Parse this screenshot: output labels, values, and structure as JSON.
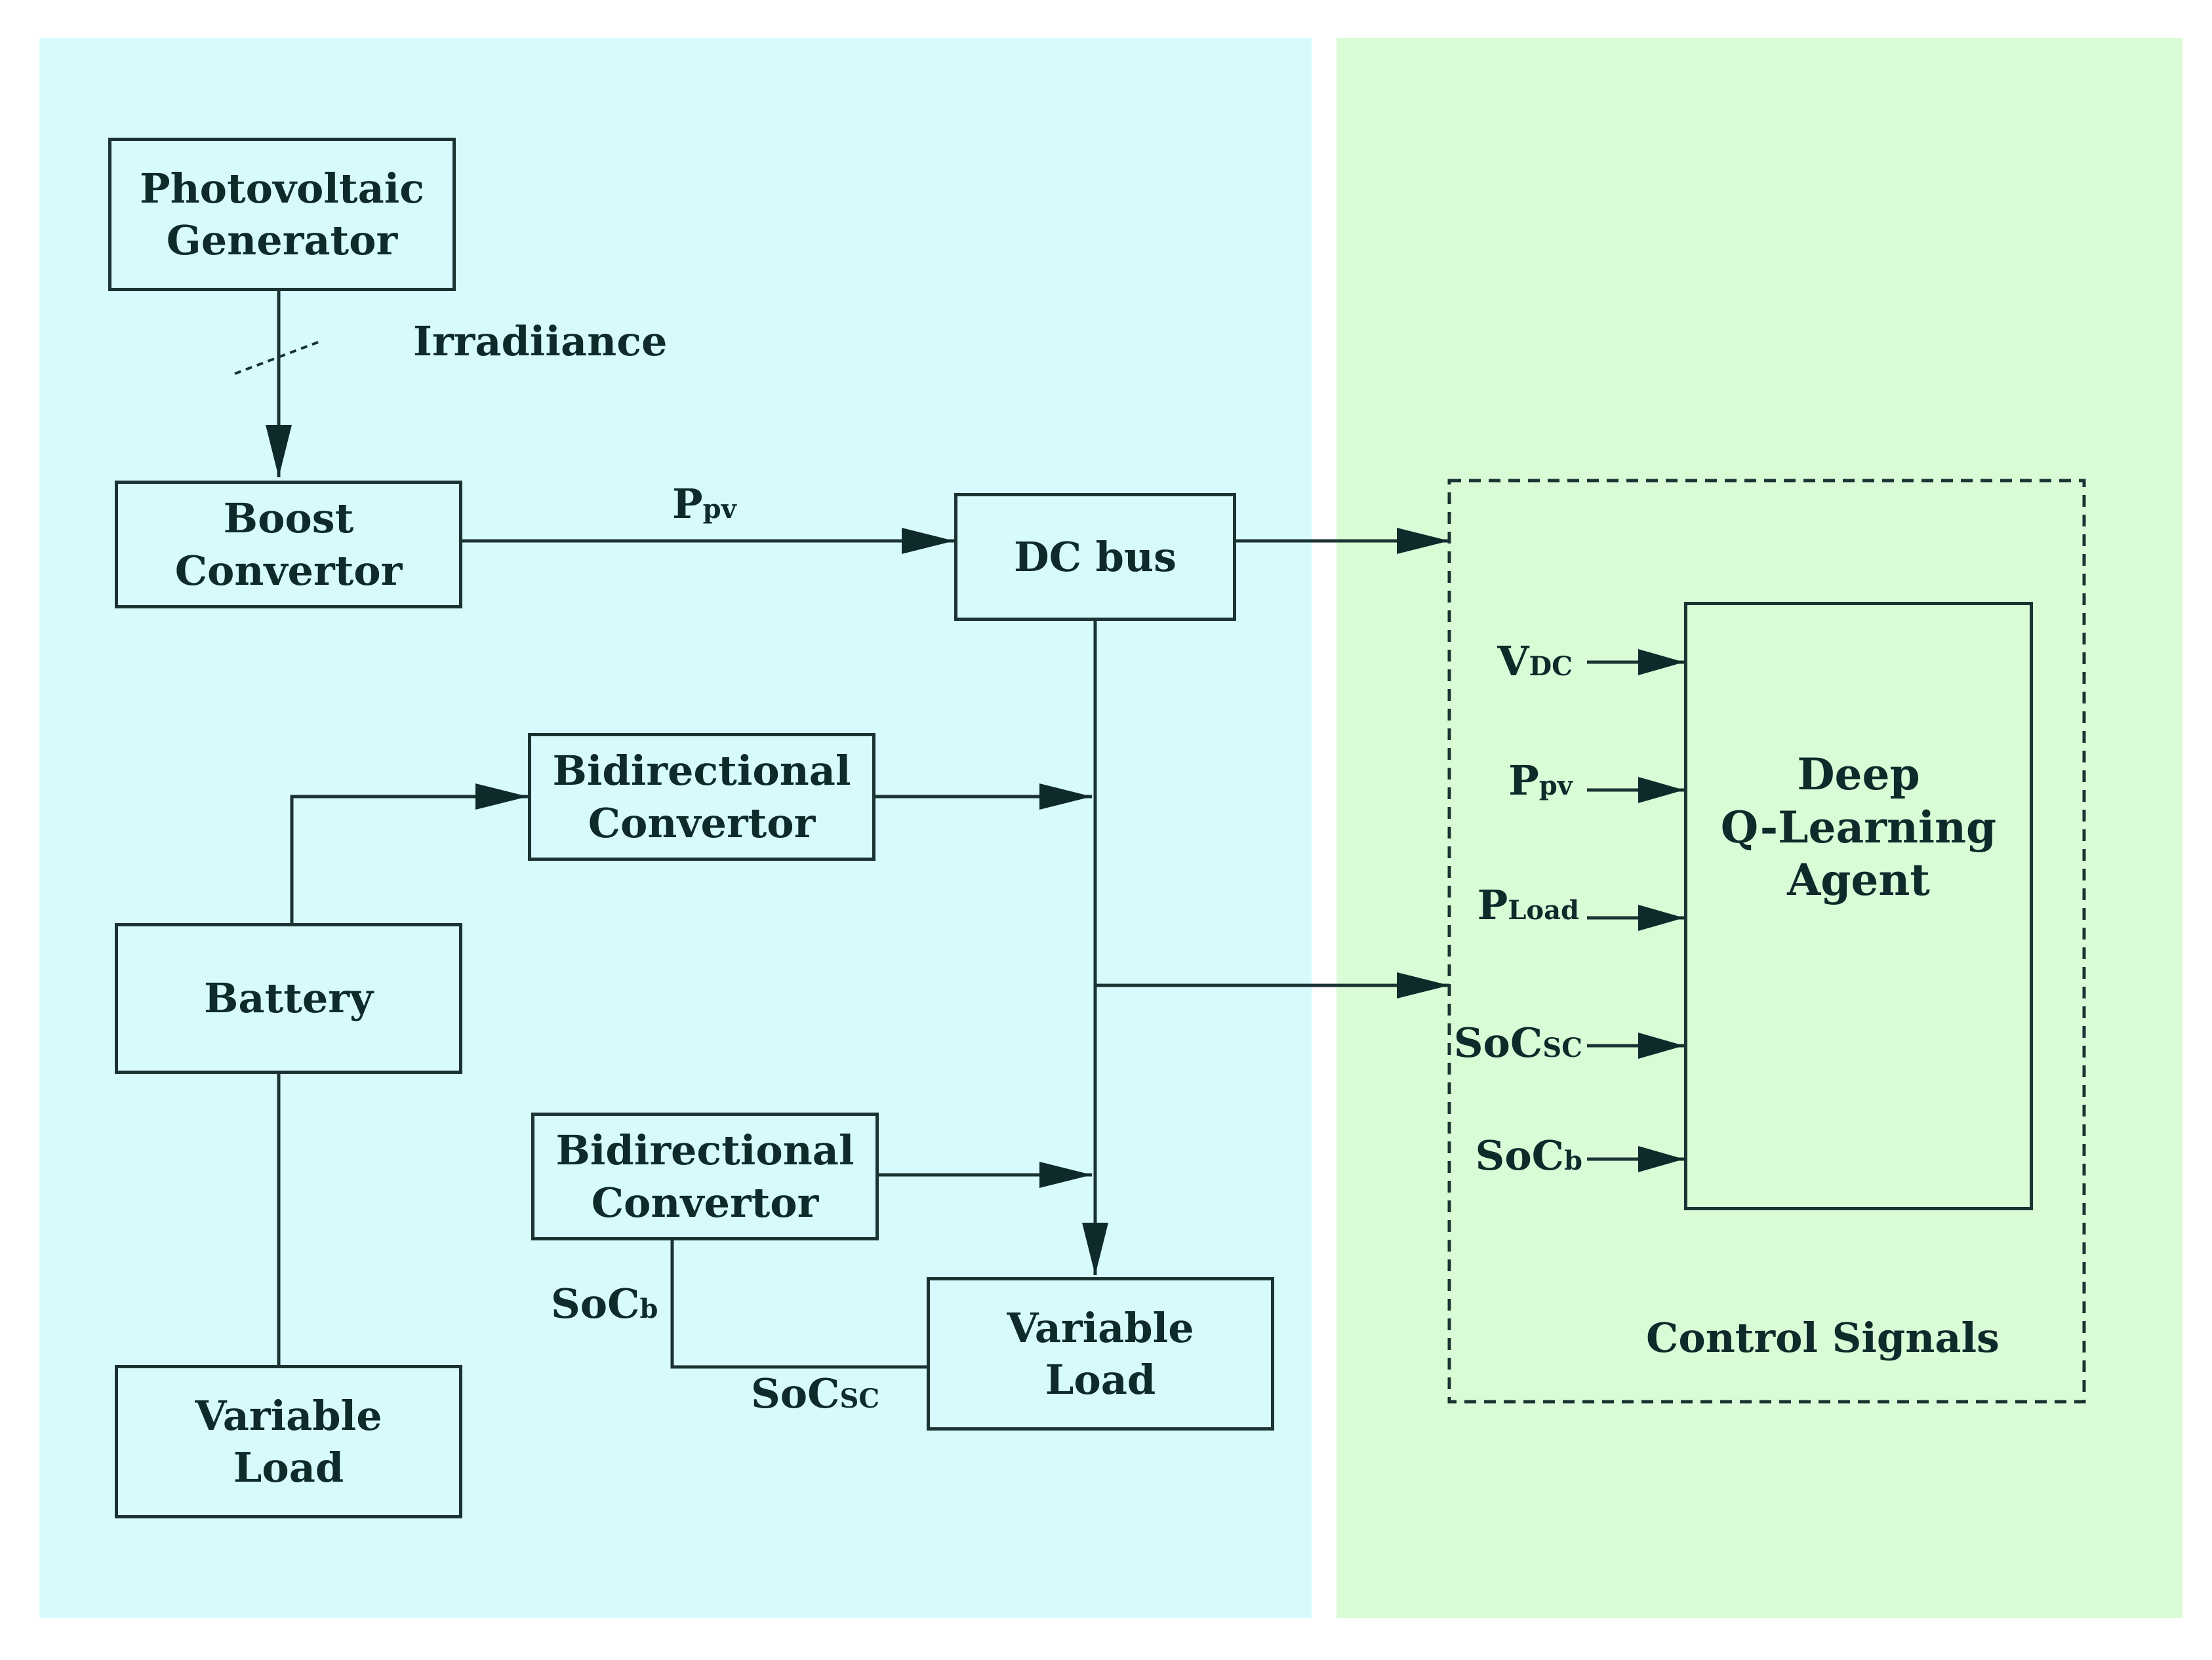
{
  "blocks": {
    "pv_generator": [
      "Photovoltaic",
      "Generator"
    ],
    "boost_convertor": [
      "Boost",
      "Convertor"
    ],
    "dc_bus": [
      "DC bus"
    ],
    "bidir_convertor_top": [
      "Bidirectional",
      "Convertor"
    ],
    "battery": [
      "Battery"
    ],
    "bidir_convertor_bottom": [
      "Bidirectional",
      "Convertor"
    ],
    "variable_load_left": [
      "Variable",
      "Load"
    ],
    "variable_load_center": [
      "Variable",
      "Load"
    ],
    "dql_agent": [
      "Deep",
      "Q-Learning",
      "Agent"
    ]
  },
  "labels": {
    "irradiance": "Irradiiance",
    "ppv_main": {
      "base": "P",
      "sub": "pv"
    },
    "socb_wire": {
      "base": "SoC",
      "sub": "b"
    },
    "socsc_wire": {
      "base": "SoC",
      "sub": "SC"
    },
    "control_signals": "Control Signals"
  },
  "agent_inputs": [
    {
      "base": "V",
      "sub": "DC"
    },
    {
      "base": "P",
      "sub": "pv"
    },
    {
      "base": "P",
      "sub": "Load"
    },
    {
      "base": "SoC",
      "sub": "SC"
    },
    {
      "base": "SoC",
      "sub": "b"
    }
  ],
  "colors": {
    "left_panel": "#d7fbfd",
    "right_panel": "#d9fcd7",
    "stroke": "#1b3333",
    "text": "#0f2a2a"
  }
}
